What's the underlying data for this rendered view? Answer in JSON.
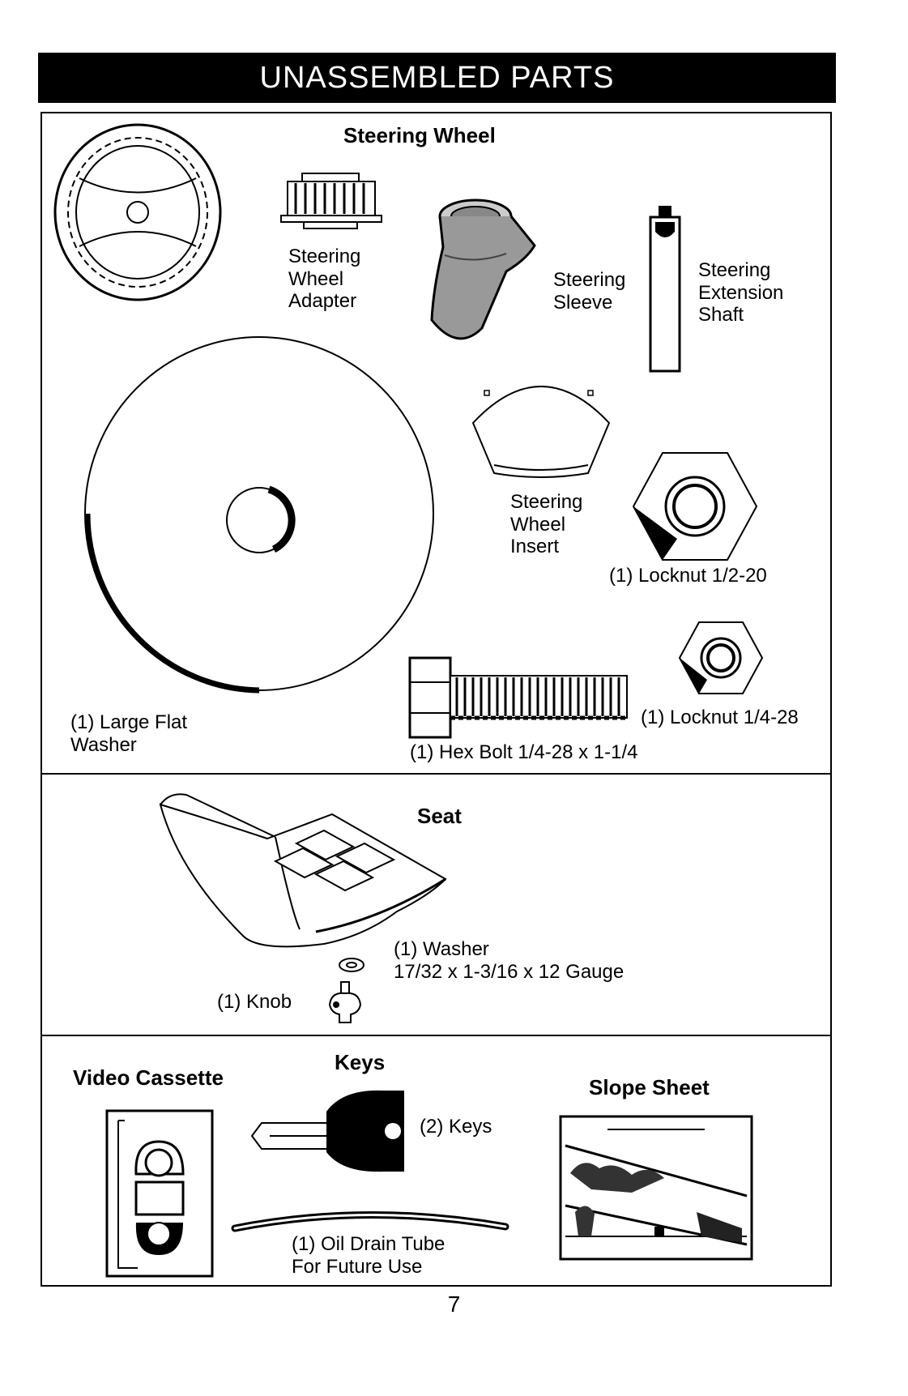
{
  "header": {
    "title": "UNASSEMBLED PARTS"
  },
  "steering": {
    "heading": "Steering Wheel",
    "adapter": "Steering\nWheel\nAdapter",
    "sleeve": "Steering\nSleeve",
    "shaft": "Steering\nExtension\nShaft",
    "insert": "Steering\nWheel\nInsert",
    "locknut_large": "(1) Locknut  1/2-20",
    "locknut_small": "(1) Locknut  1/4-28",
    "washer": "(1) Large Flat\nWasher",
    "bolt": "(1) Hex Bolt  1/4-28 x 1-1/4"
  },
  "seat": {
    "heading": "Seat",
    "washer": "(1) Washer\n17/32 x 1-3/16 x 12 Gauge",
    "knob": "(1) Knob"
  },
  "bottom": {
    "video": "Video Cassette",
    "keys_heading": "Keys",
    "keys": "(2) Keys",
    "tube": "(1) Oil Drain Tube\nFor Future Use",
    "slope": "Slope Sheet"
  },
  "page_number": "7"
}
